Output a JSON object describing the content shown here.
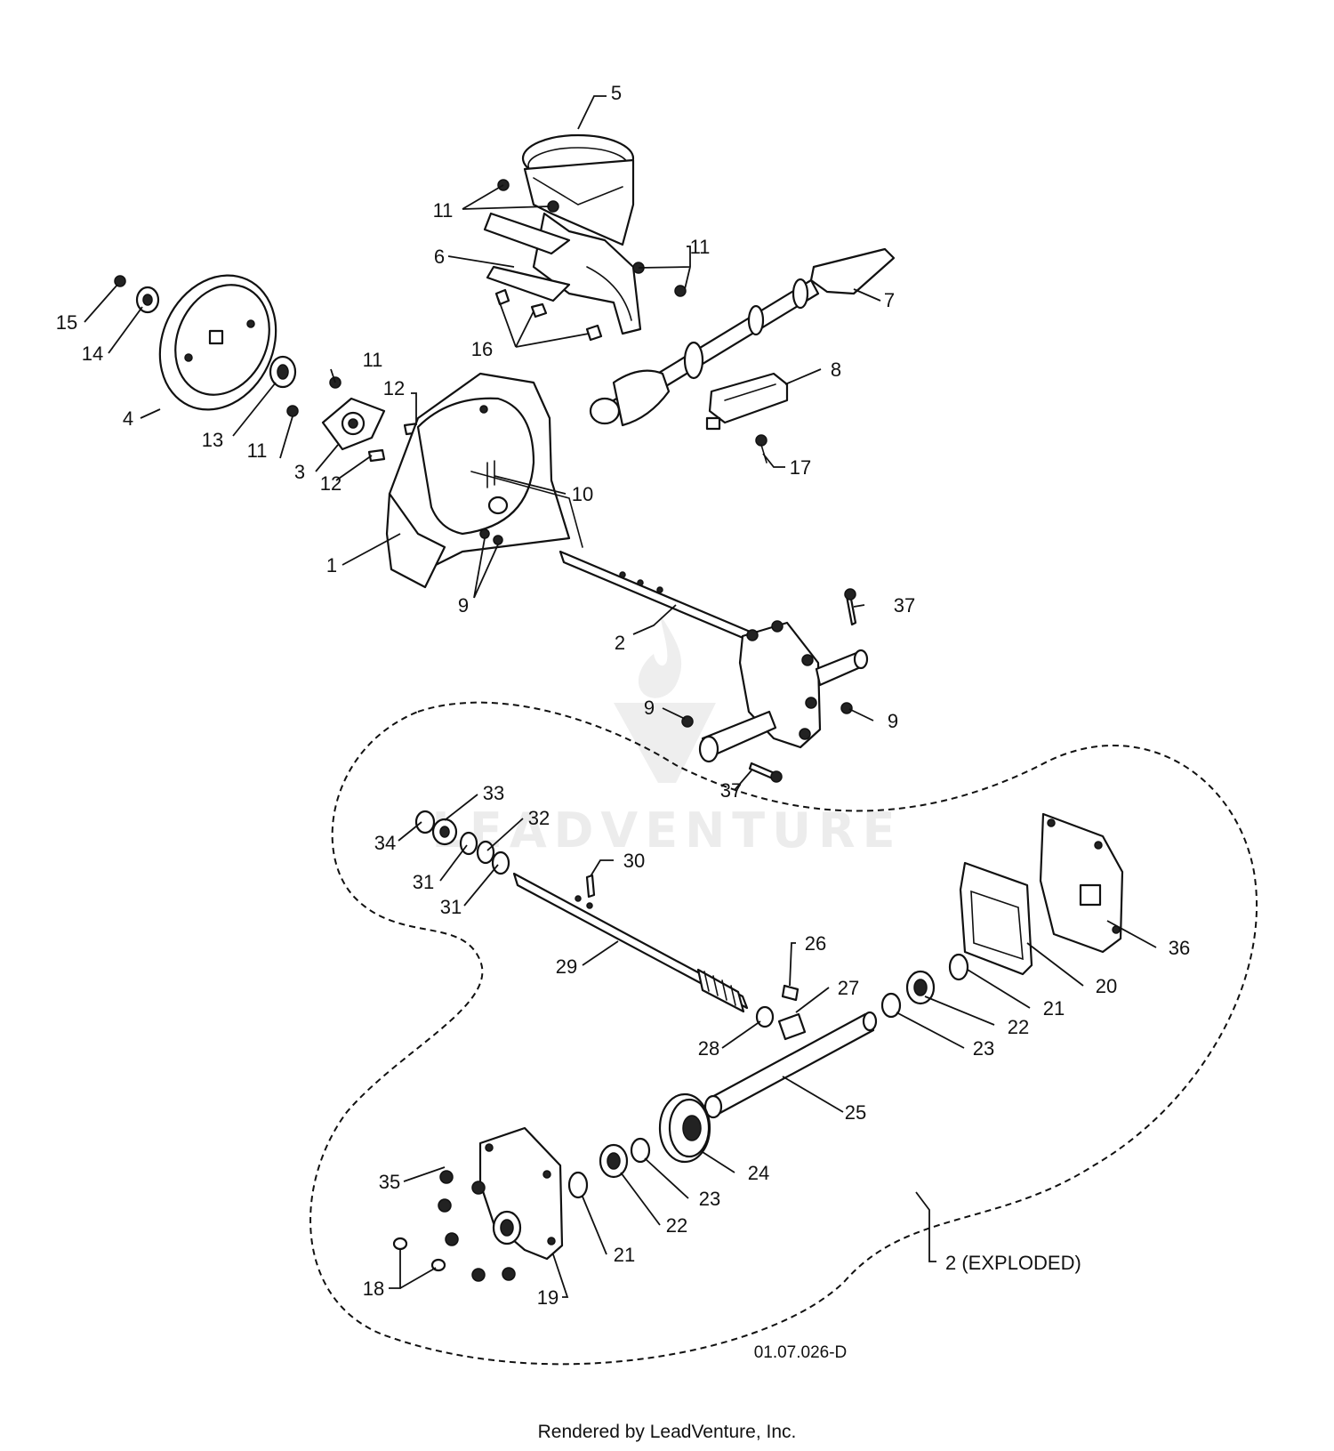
{
  "watermark": {
    "text": "LEADVENTURE"
  },
  "drawing_code": "01.07.026-D",
  "credit": "Rendered by LeadVenture, Inc.",
  "exploded_label": "2 (EXPLODED)",
  "callouts": [
    "5",
    "11",
    "11",
    "6",
    "7",
    "16",
    "15",
    "14",
    "4",
    "13",
    "11",
    "11",
    "12",
    "3",
    "12",
    "8",
    "17",
    "10",
    "1",
    "9",
    "37",
    "2",
    "9",
    "9",
    "37",
    "33",
    "34",
    "32",
    "31",
    "31",
    "30",
    "26",
    "36",
    "29",
    "27",
    "20",
    "21",
    "28",
    "22",
    "23",
    "25",
    "24",
    "35",
    "23",
    "22",
    "21",
    "18",
    "19"
  ],
  "colors": {
    "ink": "#111111",
    "background": "#ffffff",
    "watermark": "#ececec"
  }
}
